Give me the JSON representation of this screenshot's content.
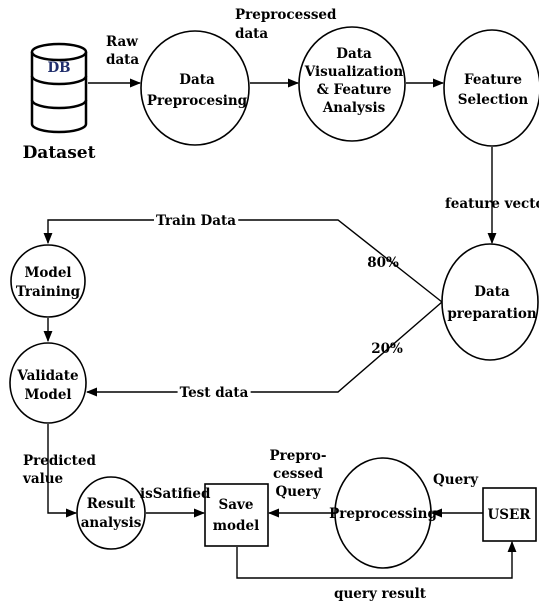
{
  "database": {
    "icon_text": "DB",
    "caption": "Dataset"
  },
  "nodes": {
    "data_preprocessing": [
      "Data",
      "Preprocesing"
    ],
    "visualization": [
      "Data",
      "Visualization",
      "& Feature",
      "Analysis"
    ],
    "feature_selection": [
      "Feature",
      "Selection"
    ],
    "data_preparation": [
      "Data",
      "preparation"
    ],
    "model_training": [
      "Model",
      "Training"
    ],
    "validate_model": [
      "Validate",
      "Model"
    ],
    "result_analysis": [
      "Result",
      "analysis"
    ],
    "save_model": [
      "Save",
      "model"
    ],
    "preprocessing": [
      "Preprocessing"
    ],
    "user": [
      "USER"
    ]
  },
  "edge_labels": {
    "raw_data": [
      "Raw",
      "data"
    ],
    "preprocessed_data": [
      "Preprocessed",
      "data"
    ],
    "feature_vector": [
      "feature vector"
    ],
    "train_data": [
      "Train Data"
    ],
    "train_pct": [
      "80%"
    ],
    "test_pct": [
      "20%"
    ],
    "test_data": [
      "Test data"
    ],
    "predicted_value": [
      "Predicted",
      "value"
    ],
    "is_satisfied": [
      "isSatified"
    ],
    "preprocessed_query": [
      "Prepro-",
      "cessed",
      "Query"
    ],
    "query": [
      "Query"
    ],
    "query_result": [
      "query result"
    ]
  },
  "colors": {
    "ink": "#000000",
    "db_label": "#1f2d6b"
  }
}
